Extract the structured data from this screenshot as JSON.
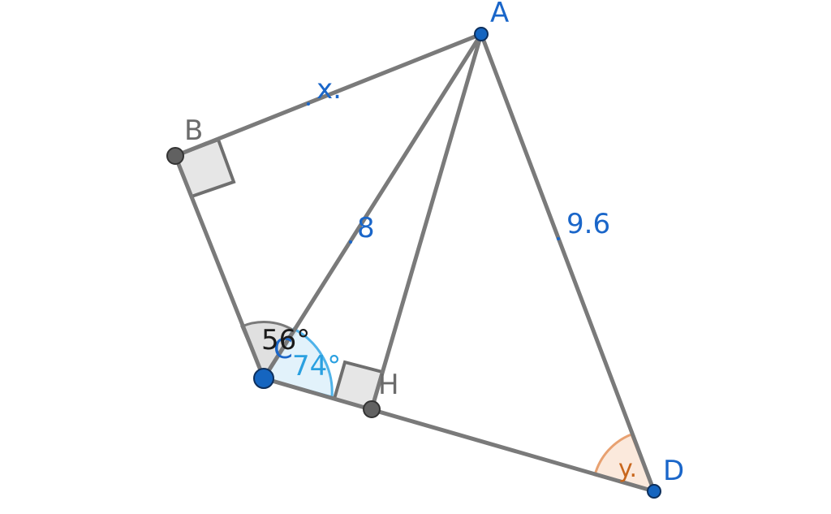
{
  "points": {
    "A": {
      "label": "A"
    },
    "B": {
      "label": "B"
    },
    "C": {
      "label": "C"
    },
    "H": {
      "label": "H"
    },
    "D": {
      "label": "D"
    }
  },
  "measures": {
    "AB": "x.",
    "AC": "8",
    "AD": "9.6",
    "angle_BCA": "56°",
    "angle_ACD": "74°",
    "angle_D": "y."
  },
  "colors": {
    "blue_point": "#1565c0",
    "gray_point": "#616161",
    "segment": "#7a7a7a",
    "blue_label": "#1a66c9",
    "gray_label": "#6b6b6b",
    "angle_gray_fill": "#e0e0e0",
    "angle_blue_fill": "#dff1fb",
    "angle_blue_stroke": "#4fb3ea",
    "angle_orange_fill": "#fbe9dc",
    "angle_orange_stroke": "#e8a171",
    "angle_orange_text": "#c8661c",
    "right_angle_fill": "#e6e6e6"
  }
}
